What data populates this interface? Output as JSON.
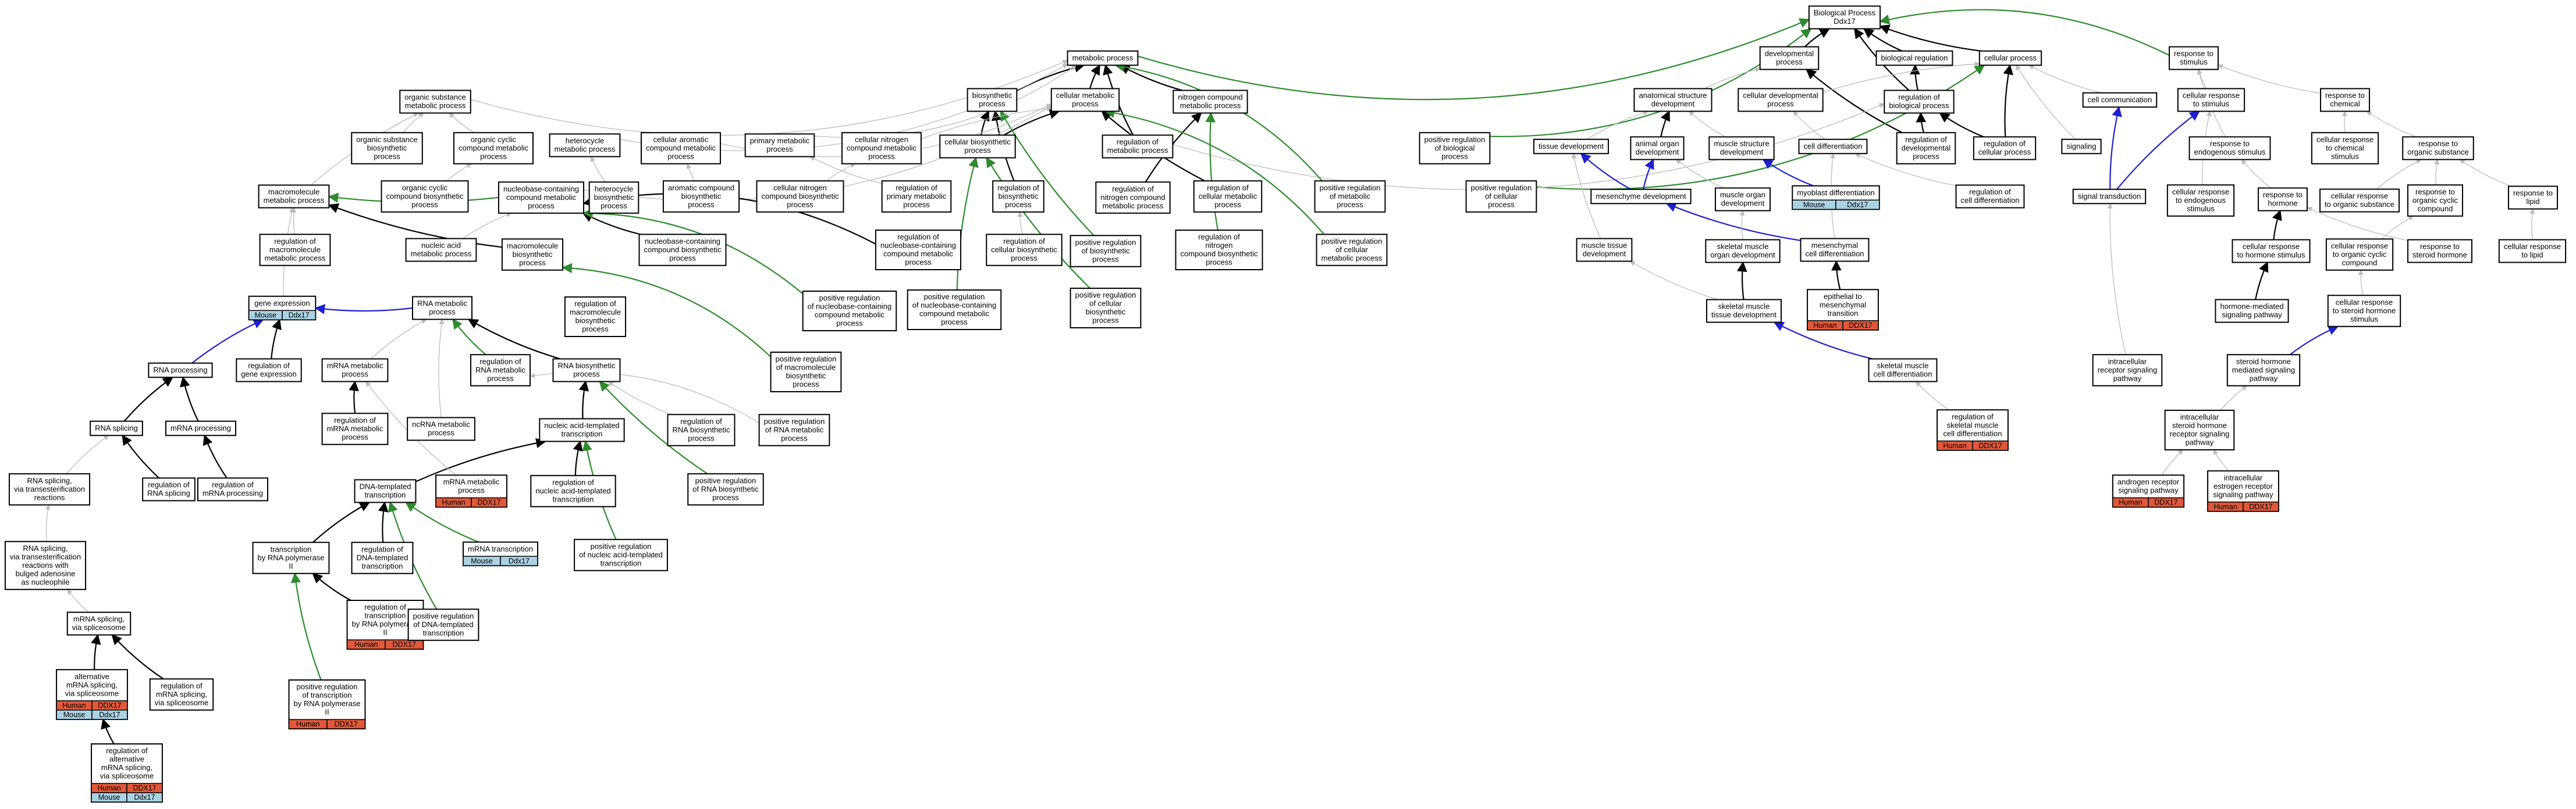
{
  "colors": {
    "edge_gray": "#bdbdbd",
    "edge_black": "#000000",
    "edge_green": "#2e8b2e",
    "edge_blue": "#1f1fd1",
    "human": "#e0583a",
    "mouse": "#a9d2e3"
  },
  "nodes": [
    {
      "id": "bp",
      "label": [
        "Biological Process",
        "Ddx17"
      ]
    },
    {
      "id": "met",
      "label": [
        "metabolic process"
      ]
    },
    {
      "id": "dev",
      "label": [
        "developmental",
        "process"
      ]
    },
    {
      "id": "breg",
      "label": [
        "biological regulation"
      ]
    },
    {
      "id": "cell",
      "label": [
        "cellular process"
      ]
    },
    {
      "id": "rstim",
      "label": [
        "response to",
        "stimulus"
      ]
    },
    {
      "id": "osm",
      "label": [
        "organic substance",
        "metabolic process"
      ]
    },
    {
      "id": "bio",
      "label": [
        "biosynthetic",
        "process"
      ]
    },
    {
      "id": "cellmet",
      "label": [
        "cellular metabolic",
        "process"
      ]
    },
    {
      "id": "ncmp",
      "label": [
        "nitrogen compound",
        "metabolic process"
      ]
    },
    {
      "id": "asd",
      "label": [
        "anatomical structure",
        "development"
      ]
    },
    {
      "id": "cdp",
      "label": [
        "cellular developmental",
        "process"
      ]
    },
    {
      "id": "rbp",
      "label": [
        "regulation of",
        "biological process"
      ]
    },
    {
      "id": "ccom",
      "label": [
        "cell communication"
      ]
    },
    {
      "id": "crs",
      "label": [
        "cellular response",
        "to stimulus"
      ]
    },
    {
      "id": "rchem",
      "label": [
        "response to",
        "chemical"
      ]
    },
    {
      "id": "osbp",
      "label": [
        "organic substance",
        "biosynthetic",
        "process"
      ]
    },
    {
      "id": "occmp",
      "label": [
        "organic cyclic",
        "compound metabolic",
        "process"
      ]
    },
    {
      "id": "hmp",
      "label": [
        "heterocycle",
        "metabolic process"
      ]
    },
    {
      "id": "cacmp",
      "label": [
        "cellular aromatic",
        "compound metabolic",
        "process"
      ]
    },
    {
      "id": "pmp",
      "label": [
        "primary metabolic",
        "process"
      ]
    },
    {
      "id": "cncmp",
      "label": [
        "cellular nitrogen",
        "compound metabolic",
        "process"
      ]
    },
    {
      "id": "cbp",
      "label": [
        "cellular biosynthetic",
        "process"
      ]
    },
    {
      "id": "rmet",
      "label": [
        "regulation of",
        "metabolic process"
      ]
    },
    {
      "id": "prbp",
      "label": [
        "positive regulation",
        "of biological",
        "process"
      ]
    },
    {
      "id": "tdev",
      "label": [
        "tissue development"
      ]
    },
    {
      "id": "aod",
      "label": [
        "animal organ",
        "development"
      ]
    },
    {
      "id": "msd",
      "label": [
        "muscle structure",
        "development"
      ]
    },
    {
      "id": "cdiff",
      "label": [
        "cell differentiation"
      ]
    },
    {
      "id": "rdp",
      "label": [
        "regulation of",
        "developmental",
        "process"
      ]
    },
    {
      "id": "rcp",
      "label": [
        "regulation of",
        "cellular process"
      ]
    },
    {
      "id": "sig",
      "label": [
        "signaling"
      ]
    },
    {
      "id": "res",
      "label": [
        "response to",
        "endogenous stimulus"
      ]
    },
    {
      "id": "rcs",
      "label": [
        "cellular response",
        "to chemical",
        "stimulus"
      ]
    },
    {
      "id": "ros",
      "label": [
        "response to",
        "organic substance"
      ]
    },
    {
      "id": "mmp",
      "label": [
        "macromolecule",
        "metabolic process"
      ]
    },
    {
      "id": "occbp",
      "label": [
        "organic cyclic",
        "compound biosynthetic",
        "process"
      ]
    },
    {
      "id": "ncmp2",
      "label": [
        "nucleobase-containing",
        "compound metabolic",
        "process"
      ]
    },
    {
      "id": "hbp",
      "label": [
        "heterocycle",
        "biosynthetic",
        "process"
      ]
    },
    {
      "id": "acbp",
      "label": [
        "aromatic compound",
        "biosynthetic",
        "process"
      ]
    },
    {
      "id": "cncbp",
      "label": [
        "cellular nitrogen",
        "compound biosynthetic",
        "process"
      ]
    },
    {
      "id": "rpmp",
      "label": [
        "regulation of",
        "primary metabolic",
        "process"
      ]
    },
    {
      "id": "rbs",
      "label": [
        "regulation of",
        "biosynthetic",
        "process"
      ]
    },
    {
      "id": "rncmp",
      "label": [
        "regulation of",
        "nitrogen compound",
        "metabolic process"
      ]
    },
    {
      "id": "rcmp",
      "label": [
        "regulation of",
        "cellular metabolic",
        "process"
      ]
    },
    {
      "id": "prmp",
      "label": [
        "positive regulation",
        "of metabolic",
        "process"
      ]
    },
    {
      "id": "prcp",
      "label": [
        "positive regulation",
        "of cellular",
        "process"
      ]
    },
    {
      "id": "md",
      "label": [
        "mesenchyme development"
      ]
    },
    {
      "id": "mod",
      "label": [
        "muscle organ",
        "development"
      ]
    },
    {
      "id": "myod",
      "label": [
        "myoblast differentiation"
      ],
      "tag": {
        "species": "Mouse",
        "gene": "Ddx17"
      }
    },
    {
      "id": "rcd",
      "label": [
        "regulation of",
        "cell differentiation"
      ]
    },
    {
      "id": "st",
      "label": [
        "signal transduction"
      ]
    },
    {
      "id": "cres",
      "label": [
        "cellular response",
        "to endogenous",
        "stimulus"
      ]
    },
    {
      "id": "rhorm",
      "label": [
        "response to",
        "hormone"
      ]
    },
    {
      "id": "croc",
      "label": [
        "cellular response",
        "to organic substance"
      ]
    },
    {
      "id": "rocc",
      "label": [
        "response to",
        "organic cyclic",
        "compound"
      ]
    },
    {
      "id": "rlip",
      "label": [
        "response to",
        "lipid"
      ]
    },
    {
      "id": "rmmp",
      "label": [
        "regulation of",
        "macromolecule",
        "metabolic process"
      ]
    },
    {
      "id": "namp",
      "label": [
        "nucleic acid",
        "metabolic process"
      ]
    },
    {
      "id": "mbp",
      "label": [
        "macromolecule",
        "biosynthetic",
        "process"
      ]
    },
    {
      "id": "nccbp",
      "label": [
        "nucleobase-containing",
        "compound biosynthetic",
        "process"
      ]
    },
    {
      "id": "rnccmp",
      "label": [
        "regulation of",
        "nucleobase-containing",
        "compound metabolic",
        "process"
      ]
    },
    {
      "id": "rcbp",
      "label": [
        "regulation of",
        "cellular biosynthetic",
        "process"
      ]
    },
    {
      "id": "prbs",
      "label": [
        "positive regulation",
        "of biosynthetic",
        "process"
      ]
    },
    {
      "id": "rnccbp",
      "label": [
        "regulation of",
        "nitrogen",
        "compound biosynthetic",
        "process"
      ]
    },
    {
      "id": "prcmp",
      "label": [
        "positive regulation",
        "of cellular",
        "metabolic process"
      ]
    },
    {
      "id": "mtd",
      "label": [
        "muscle tissue",
        "development"
      ]
    },
    {
      "id": "smotd",
      "label": [
        "skeletal muscle",
        "organ development"
      ]
    },
    {
      "id": "mcd",
      "label": [
        "mesenchymal",
        "cell differentiation"
      ]
    },
    {
      "id": "crh",
      "label": [
        "cellular response",
        "to hormone stimulus"
      ]
    },
    {
      "id": "croc2",
      "label": [
        "cellular response",
        "to organic cyclic",
        "compound"
      ]
    },
    {
      "id": "rsh",
      "label": [
        "response to",
        "steroid hormone"
      ]
    },
    {
      "id": "crl",
      "label": [
        "cellular response",
        "to lipid"
      ]
    },
    {
      "id": "ge",
      "label": [
        "gene expression"
      ],
      "tag": {
        "species": "Mouse",
        "gene": "Ddx17"
      }
    },
    {
      "id": "rnamp",
      "label": [
        "RNA metabolic",
        "process"
      ]
    },
    {
      "id": "rmbp",
      "label": [
        "regulation of",
        "macromolecule",
        "biosynthetic",
        "process"
      ]
    },
    {
      "id": "prncmp",
      "label": [
        "positive regulation",
        "of nucleobase-containing",
        "compound metabolic",
        "process"
      ]
    },
    {
      "id": "pncmp",
      "label": [
        "positive regulation",
        "of nucleobase-containing",
        "compound metabolic",
        "process"
      ]
    },
    {
      "id": "prcbp",
      "label": [
        "positive regulation",
        "of cellular",
        "biosynthetic",
        "process"
      ]
    },
    {
      "id": "emt",
      "label": [
        "epithelial to",
        "mesenchymal",
        "transition"
      ],
      "tag": {
        "species": "Human",
        "gene": "DDX17"
      }
    },
    {
      "id": "smtd",
      "label": [
        "skeletal muscle",
        "tissue development"
      ]
    },
    {
      "id": "hmsp",
      "label": [
        "hormone-mediated",
        "signaling pathway"
      ]
    },
    {
      "id": "crsh",
      "label": [
        "cellular response",
        "to steroid hormone",
        "stimulus"
      ]
    },
    {
      "id": "rge",
      "label": [
        "regulation of",
        "gene expression"
      ]
    },
    {
      "id": "mrnamp",
      "label": [
        "mRNA metabolic",
        "process"
      ]
    },
    {
      "id": "rrnamp",
      "label": [
        "regulation of",
        "RNA metabolic",
        "process"
      ]
    },
    {
      "id": "rnabp",
      "label": [
        "RNA biosynthetic",
        "process"
      ]
    },
    {
      "id": "prmbp",
      "label": [
        "positive regulation",
        "of macromolecule",
        "biosynthetic",
        "process"
      ]
    },
    {
      "id": "rnap",
      "label": [
        "RNA processing"
      ]
    },
    {
      "id": "smcd",
      "label": [
        "skeletal muscle",
        "cell differentiation"
      ]
    },
    {
      "id": "shmsp",
      "label": [
        "steroid hormone",
        "mediated signaling",
        "pathway"
      ]
    },
    {
      "id": "irsp",
      "label": [
        "intracellular",
        "receptor signaling",
        "pathway"
      ]
    },
    {
      "id": "rsp",
      "label": [
        "RNA splicing"
      ]
    },
    {
      "id": "mrnap",
      "label": [
        "mRNA processing"
      ]
    },
    {
      "id": "rmrnamp",
      "label": [
        "regulation of",
        "mRNA metabolic",
        "process"
      ]
    },
    {
      "id": "ncrna",
      "label": [
        "ncRNA metabolic",
        "process"
      ]
    },
    {
      "id": "natt",
      "label": [
        "nucleic acid-templated",
        "transcription"
      ]
    },
    {
      "id": "rrnabp",
      "label": [
        "regulation of",
        "RNA biosynthetic",
        "process"
      ]
    },
    {
      "id": "prrnamp",
      "label": [
        "positive regulation",
        "of RNA metabolic",
        "process"
      ]
    },
    {
      "id": "rsmcd",
      "label": [
        "regulation of",
        "skeletal muscle",
        "cell differentiation"
      ],
      "tag": {
        "species": "Human",
        "gene": "DDX17"
      }
    },
    {
      "id": "ishrsp",
      "label": [
        "intracellular",
        "steroid hormone",
        "receptor signaling",
        "pathway"
      ]
    },
    {
      "id": "rsvt",
      "label": [
        "RNA splicing,",
        "via transesterification",
        "reactions"
      ]
    },
    {
      "id": "rrsp",
      "label": [
        "regulation of",
        "RNA splicing"
      ]
    },
    {
      "id": "rmrnap",
      "label": [
        "regulation of",
        "mRNA processing"
      ]
    },
    {
      "id": "dtt",
      "label": [
        "DNA-templated",
        "transcription"
      ]
    },
    {
      "id": "mrnamp2",
      "label": [
        "mRNA metabolic",
        "process"
      ],
      "tag": {
        "species": "Human",
        "gene": "DDX17"
      }
    },
    {
      "id": "rnatt",
      "label": [
        "regulation of",
        "nucleic acid-templated",
        "transcription"
      ]
    },
    {
      "id": "prrnabp",
      "label": [
        "positive regulation",
        "of RNA biosynthetic",
        "process"
      ]
    },
    {
      "id": "arsp",
      "label": [
        "androgen receptor",
        "signaling pathway"
      ],
      "tag": {
        "species": "Human",
        "gene": "DDX17"
      }
    },
    {
      "id": "iersp",
      "label": [
        "intracellular",
        "estrogen receptor",
        "signaling pathway"
      ],
      "tag": {
        "species": "Human",
        "gene": "DDX17"
      }
    },
    {
      "id": "rsvtb",
      "label": [
        "RNA splicing,",
        "via transesterification",
        "reactions with",
        "bulged adenosine",
        "as nucleophile"
      ]
    },
    {
      "id": "mrnat",
      "label": [
        "mRNA transcription"
      ],
      "tag": {
        "species": "Mouse",
        "gene": "Ddx17"
      }
    },
    {
      "id": "trnap2",
      "label": [
        "transcription",
        "by RNA polymerase",
        "II"
      ]
    },
    {
      "id": "rdtt",
      "label": [
        "regulation of",
        "DNA-templated",
        "transcription"
      ]
    },
    {
      "id": "prnatt",
      "label": [
        "positive regulation",
        "of nucleic acid-templated",
        "transcription"
      ]
    },
    {
      "id": "msvs",
      "label": [
        "mRNA splicing,",
        "via spliceosome"
      ]
    },
    {
      "id": "rtrnap2",
      "label": [
        "regulation of",
        "transcription",
        "by RNA polymerase",
        "II"
      ],
      "tag": {
        "species": "Human",
        "gene": "DDX17"
      }
    },
    {
      "id": "prdtt",
      "label": [
        "positive regulation",
        "of DNA-templated",
        "transcription"
      ]
    },
    {
      "id": "ams",
      "label": [
        "alternative",
        "mRNA splicing,",
        "via spliceosome"
      ],
      "tags": [
        {
          "species": "Human",
          "gene": "DDX17"
        },
        {
          "species": "Mouse",
          "gene": "Ddx17"
        }
      ]
    },
    {
      "id": "rmsvs",
      "label": [
        "regulation of",
        "mRNA splicing,",
        "via spliceosome"
      ]
    },
    {
      "id": "prtrnap2",
      "label": [
        "positive regulation",
        "of transcription",
        "by RNA polymerase",
        "II"
      ],
      "tag": {
        "species": "Human",
        "gene": "DDX17"
      }
    },
    {
      "id": "rams",
      "label": [
        "regulation of",
        "alternative",
        "mRNA splicing,",
        "via spliceosome"
      ],
      "tags": [
        {
          "species": "Human",
          "gene": "DDX17"
        },
        {
          "species": "Mouse",
          "gene": "Ddx17"
        }
      ]
    }
  ]
}
